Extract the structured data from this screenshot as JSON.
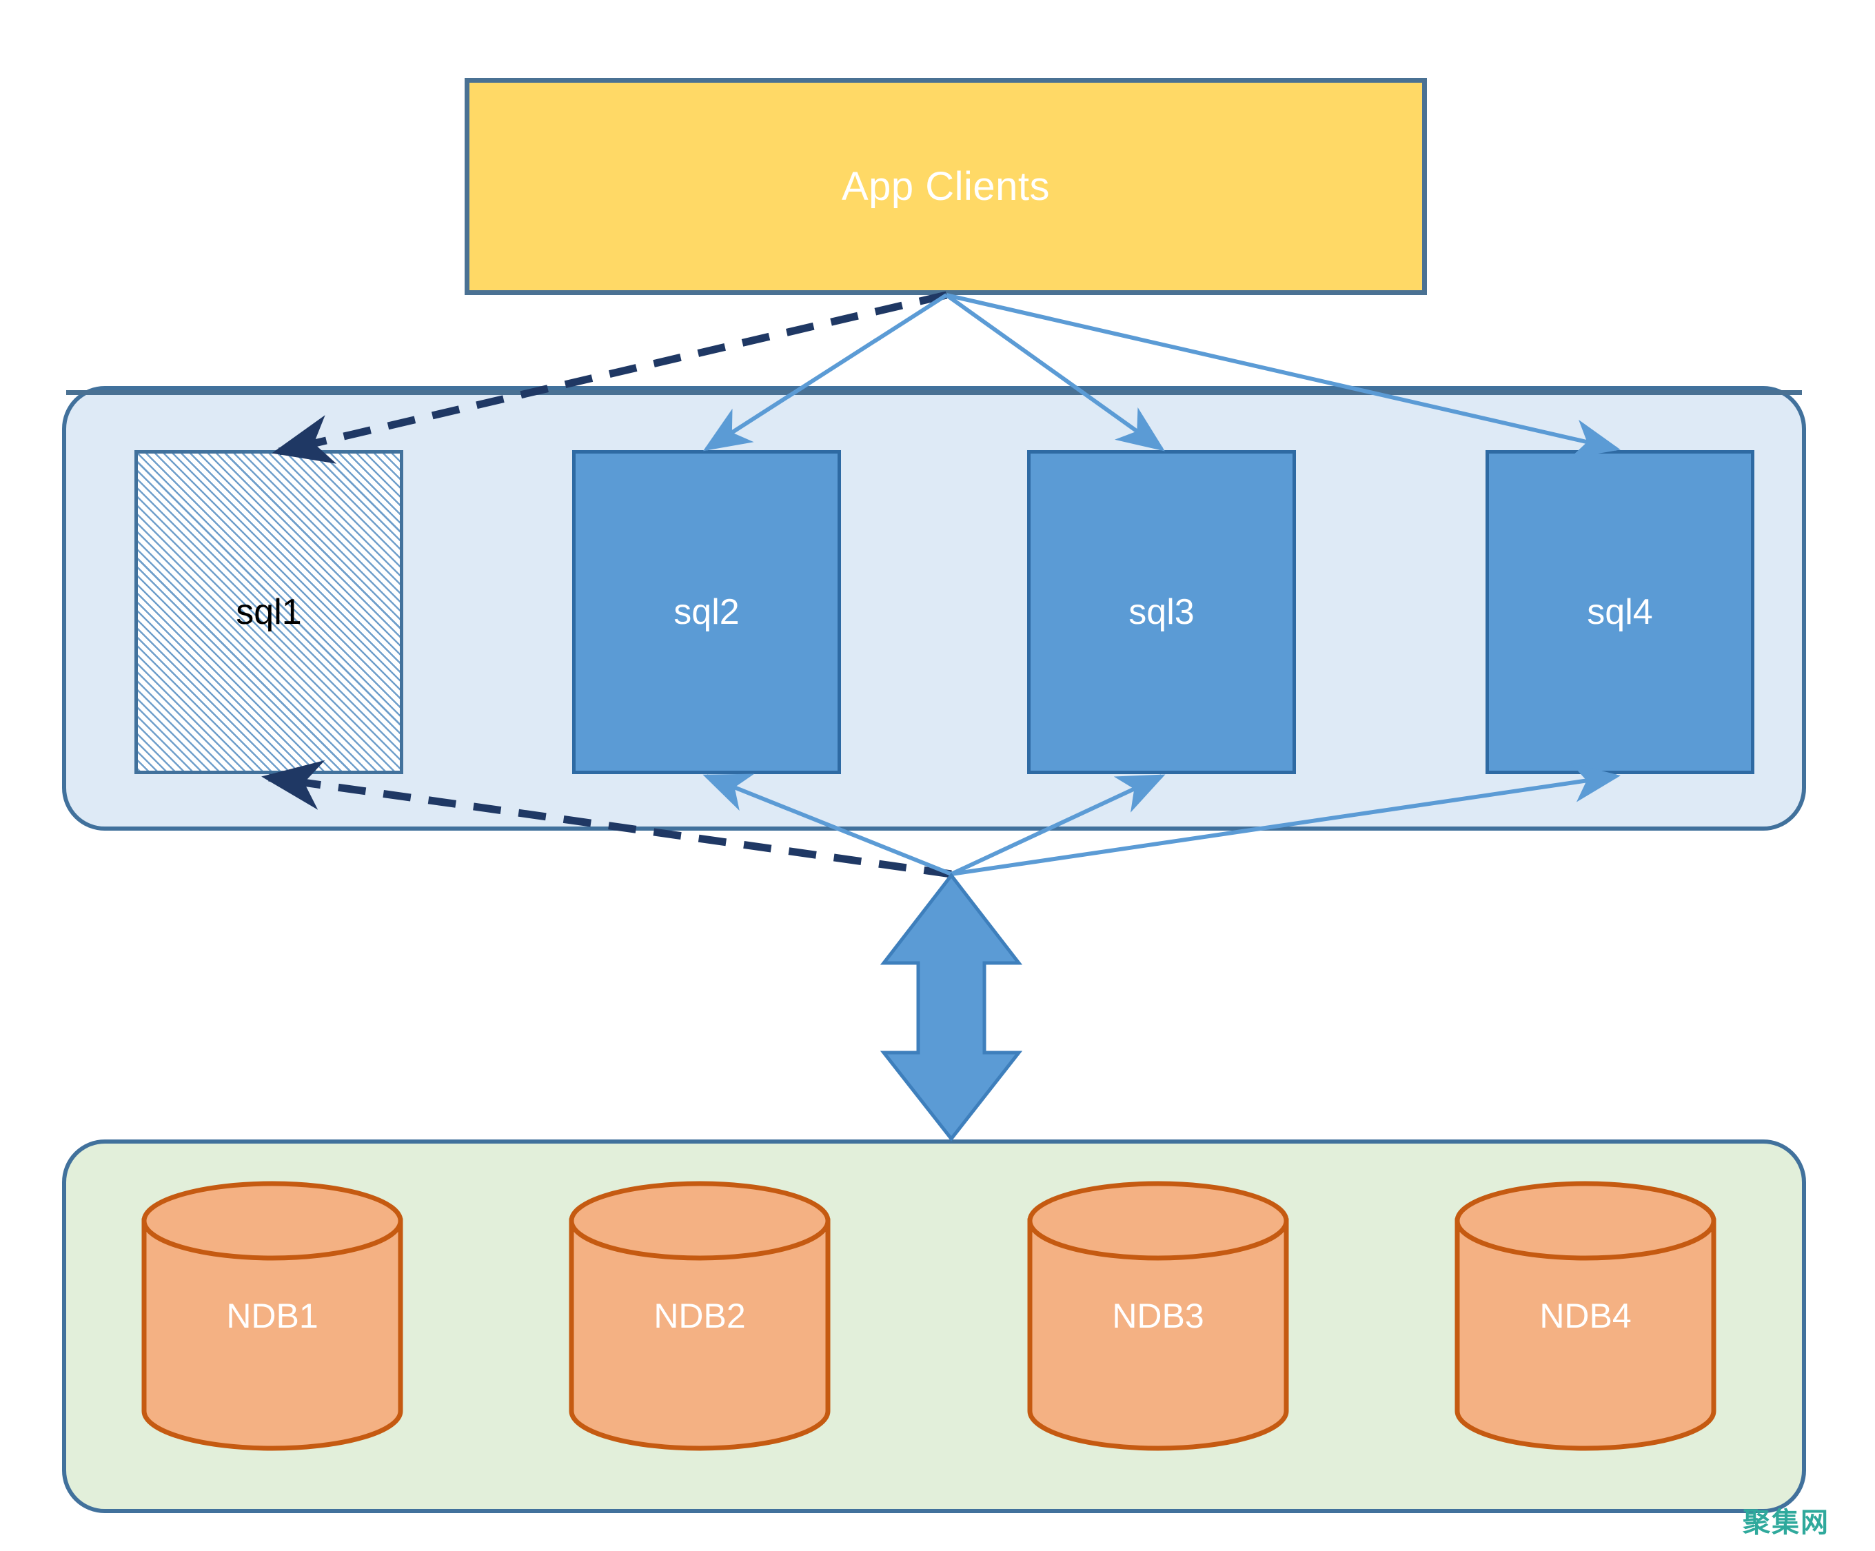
{
  "diagram": {
    "title_text": "App Clients",
    "colors": {
      "client_box_fill": "#FFD966",
      "client_box_border": "#4A7193",
      "sql_tier_fill": "#DEEAF6",
      "sql_tier_border": "#41719C",
      "sql_node_fill": "#5B9BD5",
      "sql_node_border": "#2E6AA3",
      "ndb_tier_fill": "#E2EFDA",
      "ndb_tier_border": "#41719C",
      "cylinder_fill": "#F4B183",
      "cylinder_border": "#C55A11",
      "solid_arrow": "#5B9BD5",
      "dashed_arrow": "#1F3864",
      "double_arrow": "#5B9BD5",
      "watermark": "#2FA99C"
    },
    "client_tier": {
      "label": "App Clients"
    },
    "sql_tier": {
      "nodes": [
        {
          "label": "sql1",
          "state": "hatched"
        },
        {
          "label": "sql2",
          "state": "filled"
        },
        {
          "label": "sql3",
          "state": "filled"
        },
        {
          "label": "sql4",
          "state": "filled"
        }
      ]
    },
    "ndb_tier": {
      "nodes": [
        {
          "label": "NDB1"
        },
        {
          "label": "NDB2"
        },
        {
          "label": "NDB3"
        },
        {
          "label": "NDB4"
        }
      ]
    },
    "connectors": {
      "client_to_sql1_style": "dashed",
      "client_to_sql2_style": "solid",
      "client_to_sql3_style": "solid",
      "client_to_sql4_style": "solid",
      "sql1_to_hub_style": "dashed",
      "sql2_to_hub_style": "solid",
      "sql3_to_hub_style": "solid",
      "sql4_to_hub_style": "solid",
      "tier_link_style": "double-headed-block-arrow"
    },
    "watermark": {
      "text": "聚集网"
    }
  }
}
